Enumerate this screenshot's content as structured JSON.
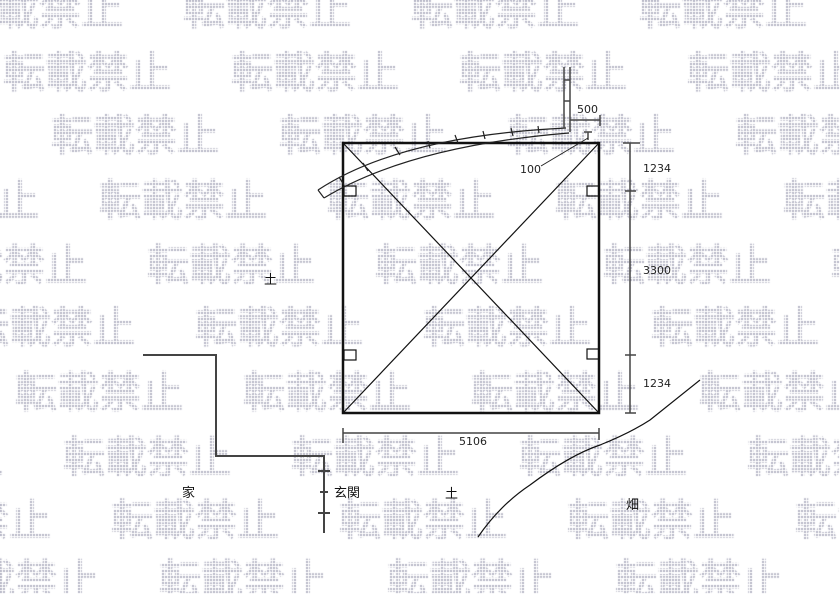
{
  "watermark": "転載禁止",
  "dimensions": {
    "gutter_offset": "500",
    "gutter_gap": "100",
    "top_segment": "1234",
    "middle_segment": "3300",
    "bottom_segment": "1234",
    "width": "5106"
  },
  "labels": {
    "soil_left": "土",
    "house": "家",
    "entrance": "玄関",
    "soil_bottom": "土",
    "field": "畑"
  },
  "colors": {
    "line": "#111111",
    "dim_line": "#444444",
    "watermark": "#b4b4c4"
  }
}
